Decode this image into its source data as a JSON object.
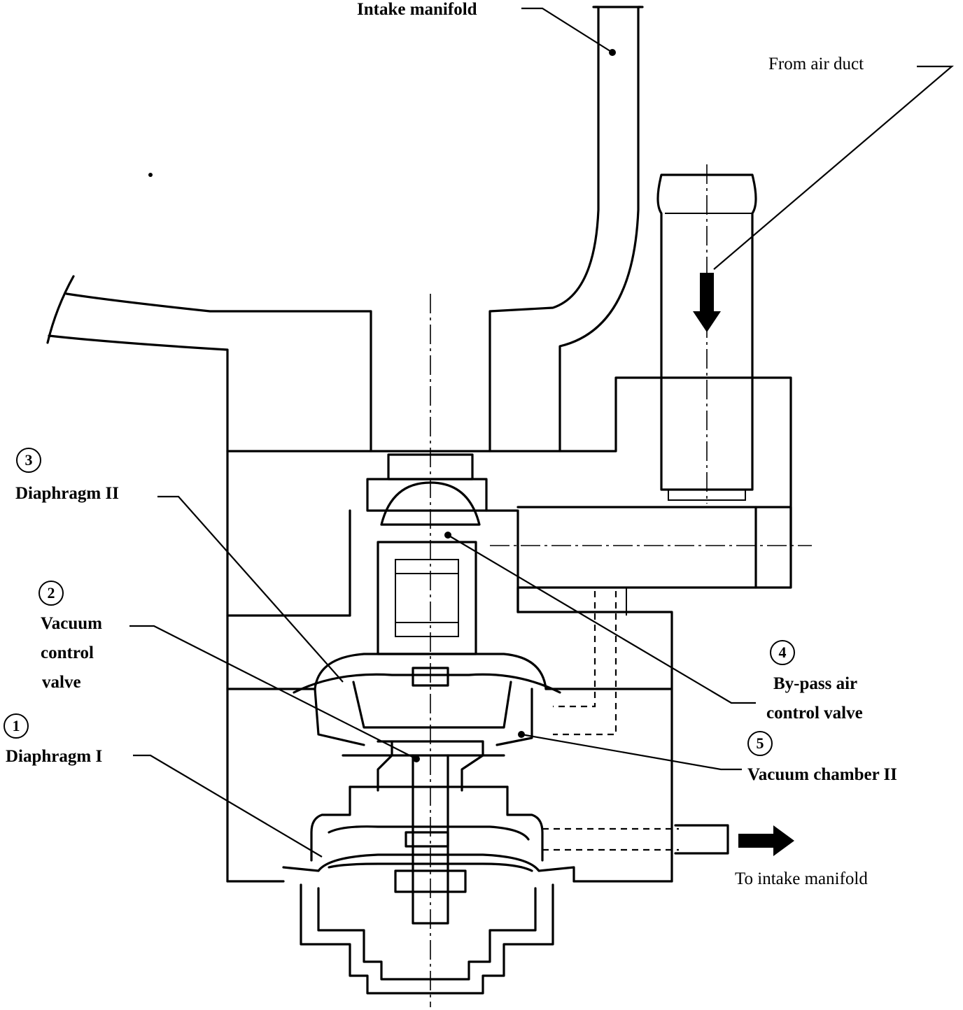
{
  "labels": {
    "intake_manifold_top": "Intake manifold",
    "from_air_duct": "From air duct",
    "diaphragm_ii": "Diaphragm II",
    "vacuum_control_valve": [
      "Vacuum",
      "control",
      "valve"
    ],
    "diaphragm_i": "Diaphragm I",
    "bypass_air_control_valve": [
      "By-pass air",
      "control valve"
    ],
    "vacuum_chamber_ii": "Vacuum chamber II",
    "to_intake_manifold": "To intake manifold"
  },
  "numbers": {
    "diaphragm_i": "1",
    "vacuum_control_valve": "2",
    "diaphragm_ii": "3",
    "bypass_air_control_valve": "4",
    "vacuum_chamber_ii": "5"
  }
}
